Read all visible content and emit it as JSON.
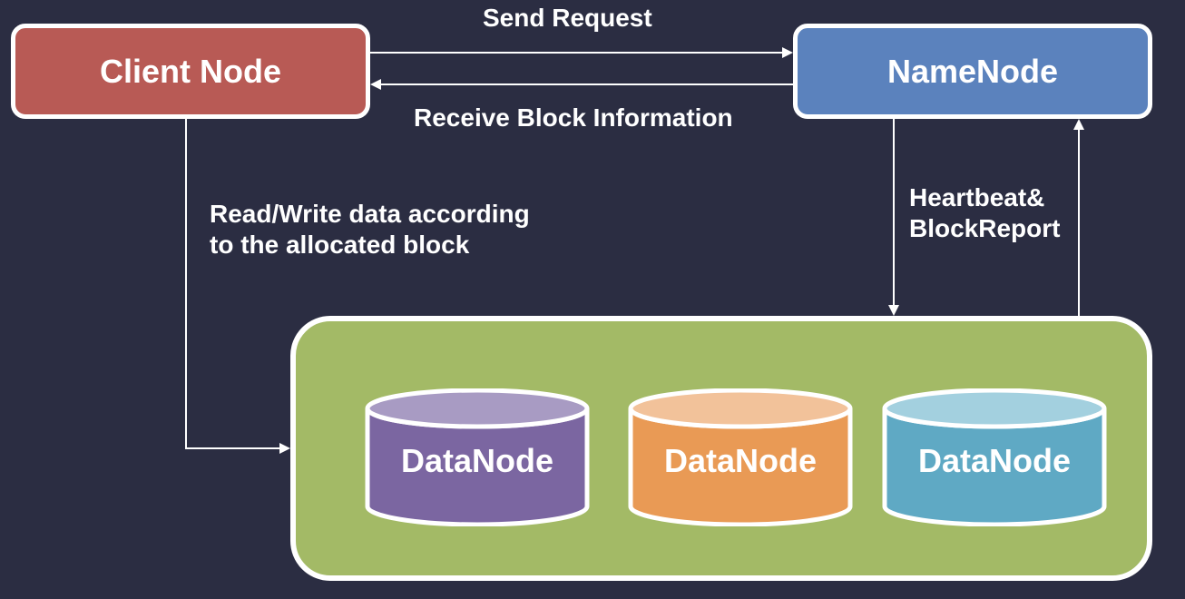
{
  "nodes": {
    "client": "Client Node",
    "namenode": "NameNode"
  },
  "edges": {
    "send_request": "Send Request",
    "receive_block": "Receive Block Information",
    "read_write": [
      "Read/Write data according",
      "to the allocated block"
    ],
    "heartbeat": [
      "Heartbeat&",
      "BlockReport"
    ]
  },
  "datanodes": [
    {
      "label": "DataNode",
      "color": "#7b66a1",
      "top_color": "#a89bc3"
    },
    {
      "label": "DataNode",
      "color": "#e99a55",
      "top_color": "#f2c29a"
    },
    {
      "label": "DataNode",
      "color": "#5fa9c4",
      "top_color": "#a3d0df"
    }
  ],
  "colors": {
    "background": "#2b2d42",
    "client": "#b85a55",
    "namenode": "#5b82bd",
    "cluster": "#a3ba66",
    "stroke": "#ffffff"
  }
}
